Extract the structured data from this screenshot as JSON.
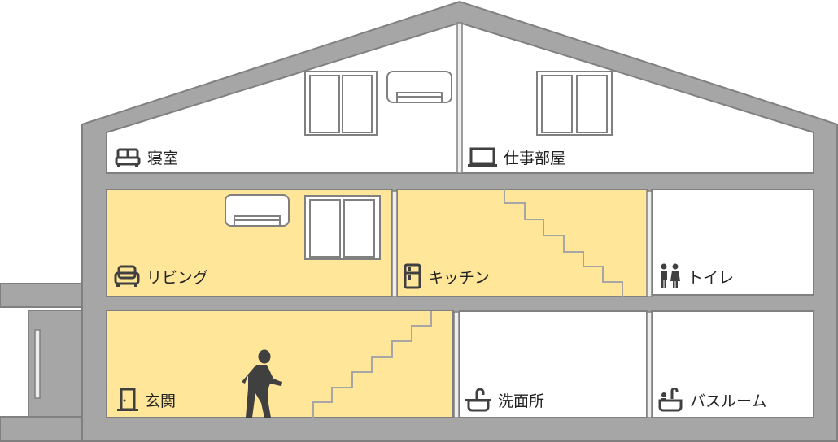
{
  "colors": {
    "wall": "#a6a6a6",
    "stroke": "#808080",
    "highlight": "#ffe699",
    "icon": "#404040"
  },
  "rooms": {
    "bedroom": {
      "label": "寝室",
      "icon": "bed-icon",
      "highlighted": false
    },
    "office": {
      "label": "仕事部屋",
      "icon": "laptop-icon",
      "highlighted": false
    },
    "living": {
      "label": "リビング",
      "icon": "sofa-icon",
      "highlighted": true
    },
    "kitchen": {
      "label": "キッチン",
      "icon": "fridge-icon",
      "highlighted": true
    },
    "toilet": {
      "label": "トイレ",
      "icon": "restroom-icon",
      "highlighted": false
    },
    "entrance": {
      "label": "玄関",
      "icon": "door-icon",
      "highlighted": true
    },
    "washroom": {
      "label": "洗面所",
      "icon": "sink-icon",
      "highlighted": false
    },
    "bathroom": {
      "label": "バスルーム",
      "icon": "bathtub-icon",
      "highlighted": false
    }
  }
}
